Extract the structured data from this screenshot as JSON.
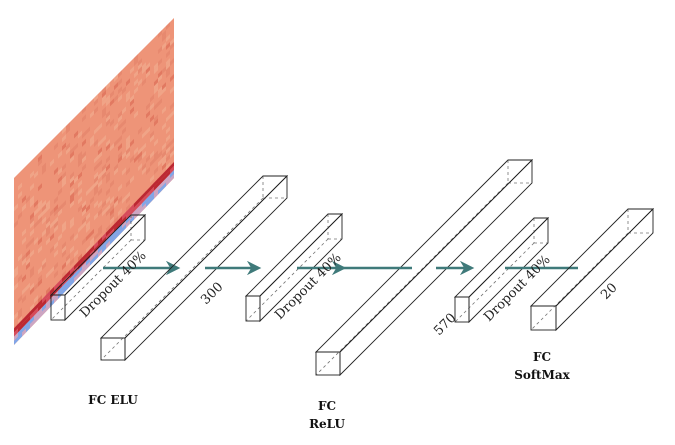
{
  "layers": [
    {
      "id": "dropout-1",
      "type": "dropout",
      "label": "Dropout 40%",
      "colors": {
        "front": "#f04a58",
        "top": "#f7a1a8",
        "side": "#c42a3c"
      }
    },
    {
      "id": "fc-1",
      "type": "fc",
      "label": "300",
      "colors": {
        "front": "#c9b2e6",
        "top": "#dccbf2",
        "side": "#4e4858"
      }
    },
    {
      "id": "dropout-2",
      "type": "dropout",
      "label": "Dropout 40%",
      "colors": {
        "front": "#f04a58",
        "top": "#f7a1a8",
        "side": "#c42a3c"
      }
    },
    {
      "id": "fc-2",
      "type": "fc",
      "label": "570",
      "colors": {
        "front": "#c9b2e6",
        "top": "#dccbf2",
        "side": "#5a3fd6"
      }
    },
    {
      "id": "dropout-3",
      "type": "dropout",
      "label": "Dropout 40%",
      "colors": {
        "front": "#f04a58",
        "top": "#f7a1a8",
        "side": "#c42a3c"
      }
    },
    {
      "id": "fc-3",
      "type": "fc",
      "label": "20",
      "colors": {
        "front": "#c9b2e6",
        "top": "#dccbf2",
        "side": "#7b3f9a"
      }
    }
  ],
  "captions": {
    "fc_elu": "FC ELU",
    "fc_relu_line1": "FC",
    "fc_relu_line2": "ReLU",
    "fc_softmax_line1": "FC",
    "fc_softmax_line2": "SoftMax"
  },
  "colors": {
    "arrow": "#3f7a7a",
    "heatmap_base": "#ee9478",
    "heatmap_dark_red": "#b8222e",
    "heatmap_blue": "#7aa6ee"
  }
}
